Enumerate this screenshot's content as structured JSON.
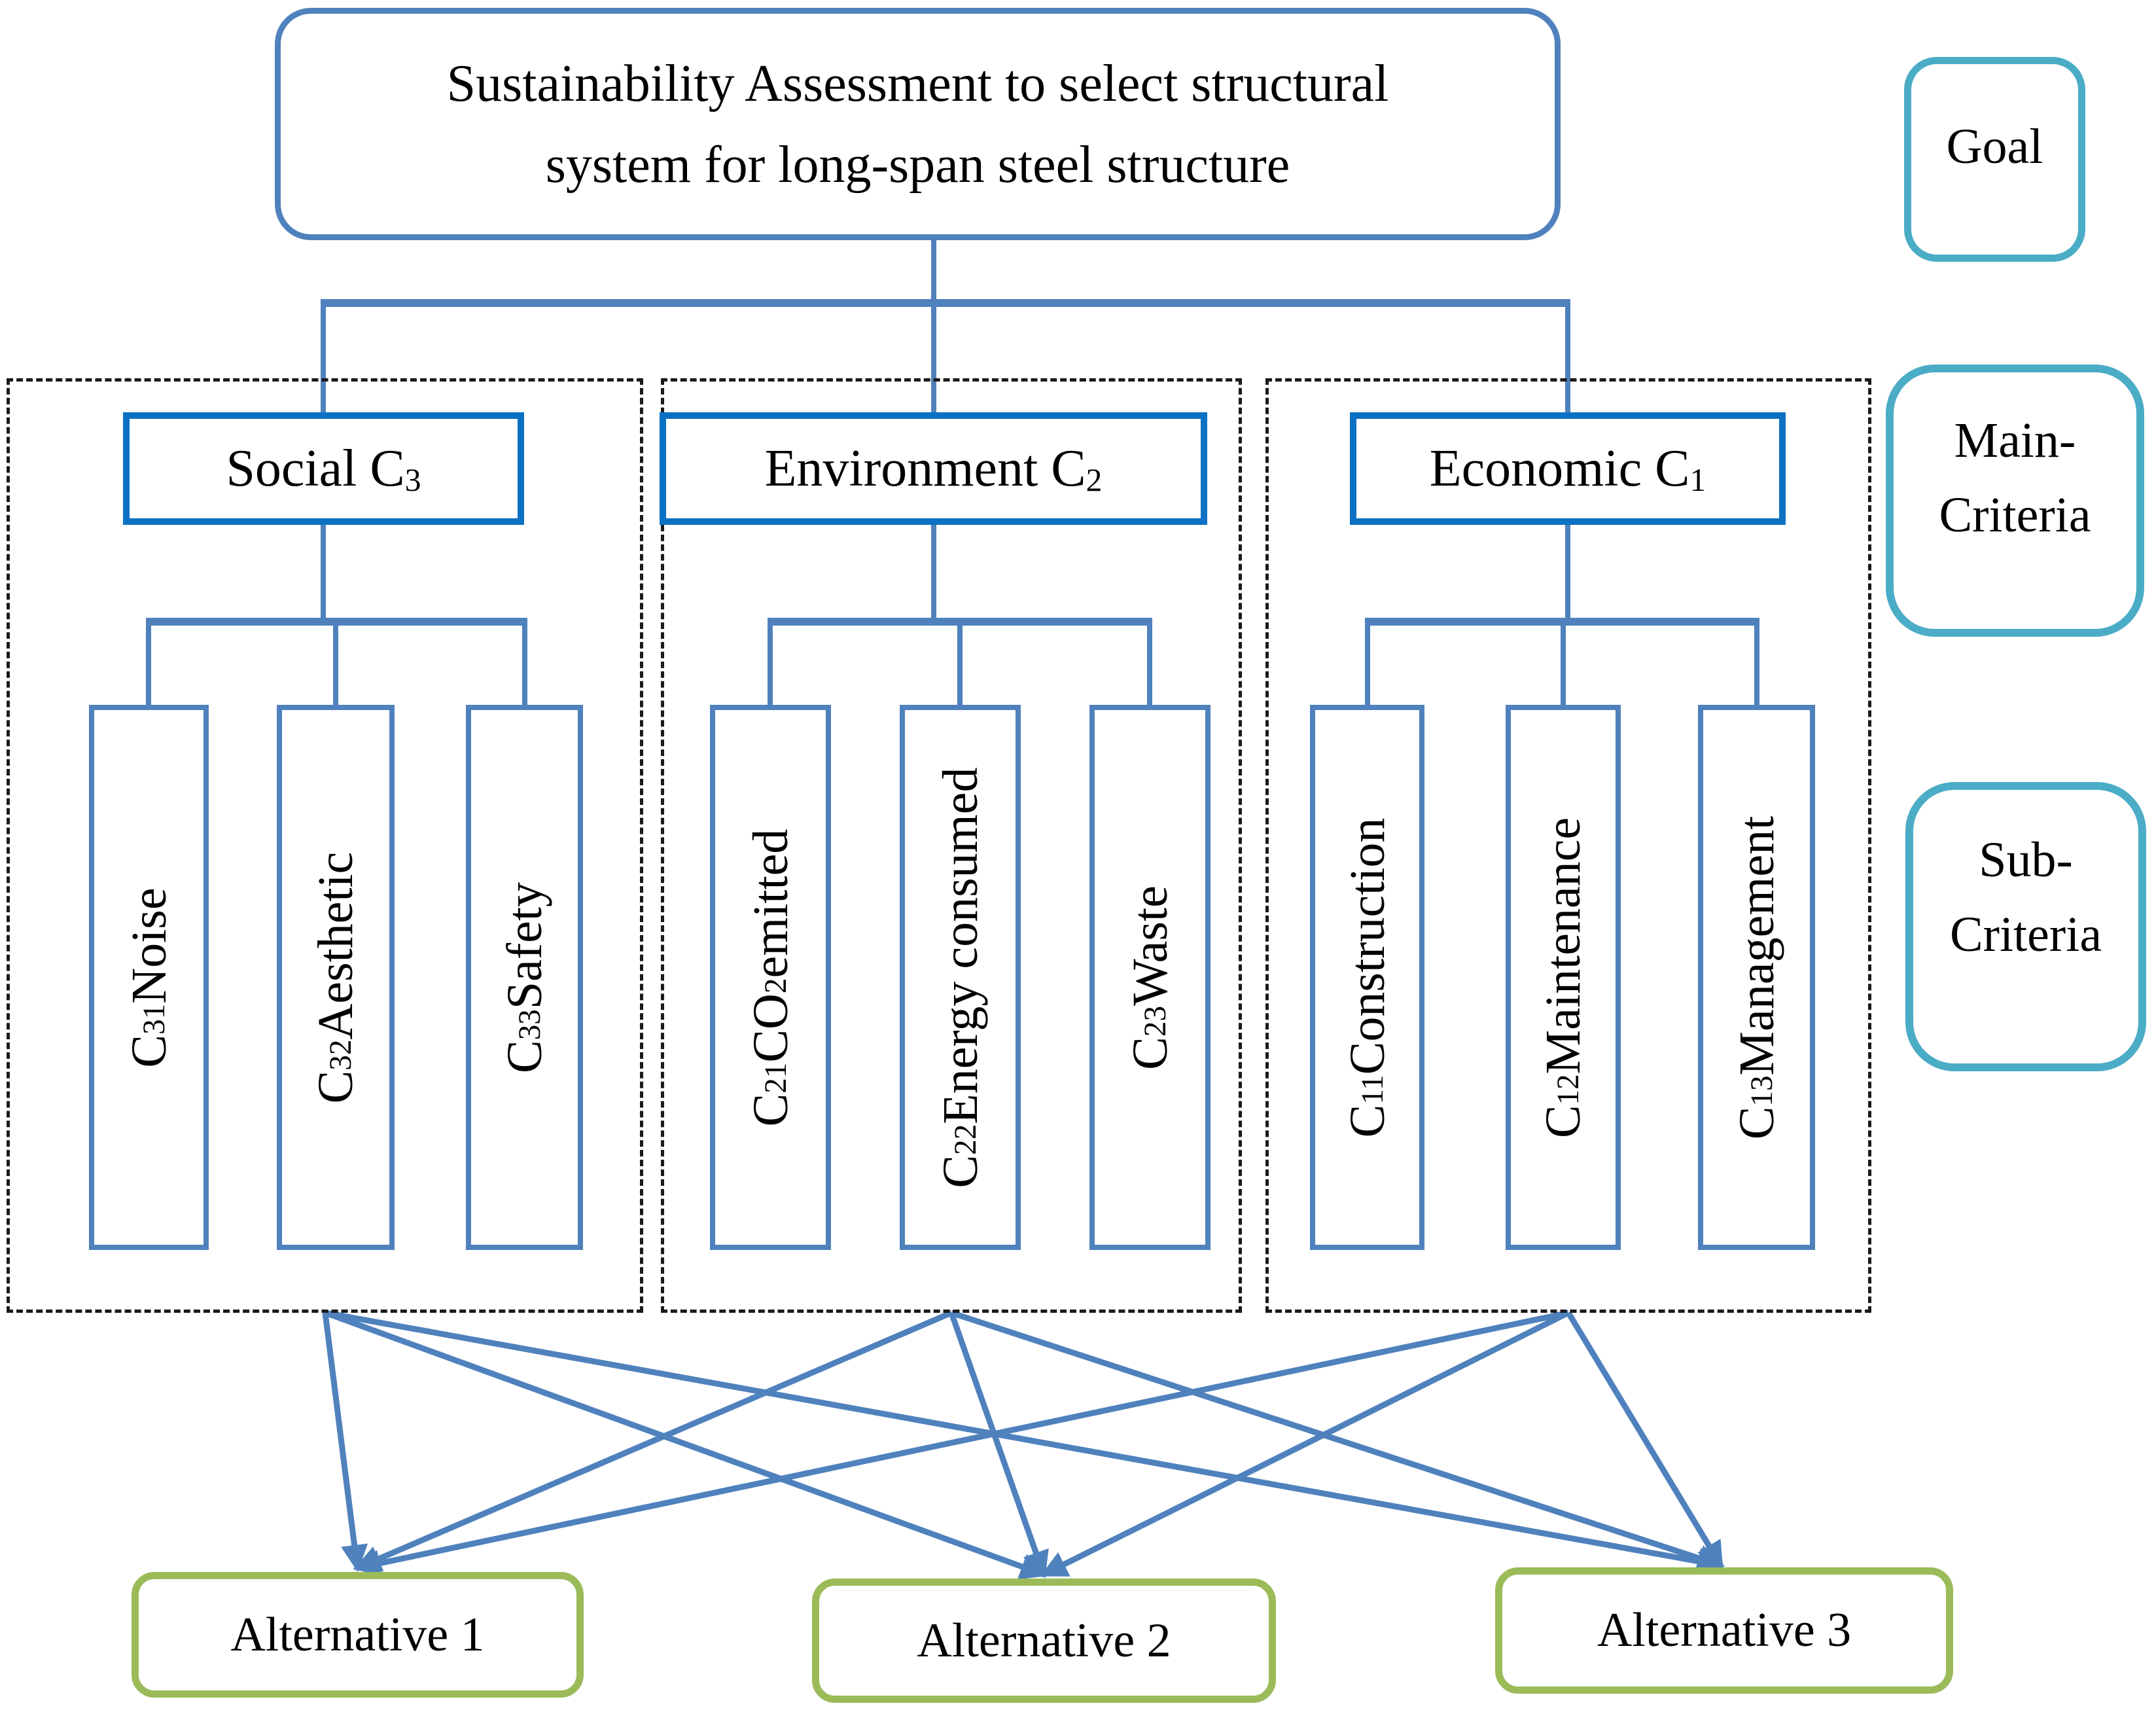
{
  "title": {
    "line1": "Sustainability Assessment to select structural",
    "line2": "system for long-span steel structure"
  },
  "levels": {
    "goal": "Goal",
    "main": {
      "line1": "Main-",
      "line2": "Criteria"
    },
    "sub": {
      "line1": "Sub-",
      "line2": "Criteria"
    }
  },
  "criteria": [
    {
      "id": "social",
      "label_parts": [
        {
          "t": "Social C"
        },
        {
          "s": "3"
        }
      ],
      "subcriteria": [
        {
          "parts": [
            {
              "t": "C"
            },
            {
              "s": "31"
            },
            {
              "t": " Noise"
            }
          ]
        },
        {
          "parts": [
            {
              "t": "C"
            },
            {
              "s": "32"
            },
            {
              "t": " Aesthetic"
            }
          ]
        },
        {
          "parts": [
            {
              "t": "C"
            },
            {
              "s": "33"
            },
            {
              "t": " Safety"
            }
          ]
        }
      ]
    },
    {
      "id": "environment",
      "label_parts": [
        {
          "t": "Environment C"
        },
        {
          "s": "2"
        }
      ],
      "subcriteria": [
        {
          "parts": [
            {
              "t": "C"
            },
            {
              "s": "21"
            },
            {
              "t": " CO"
            },
            {
              "s": "2"
            },
            {
              "t": " emitted"
            }
          ]
        },
        {
          "parts": [
            {
              "t": "C"
            },
            {
              "s": "22"
            },
            {
              "t": " Energy consumed"
            }
          ]
        },
        {
          "parts": [
            {
              "t": "C"
            },
            {
              "s": "23"
            },
            {
              "t": " Waste"
            }
          ]
        }
      ]
    },
    {
      "id": "economic",
      "label_parts": [
        {
          "t": "Economic C"
        },
        {
          "s": "1"
        }
      ],
      "subcriteria": [
        {
          "parts": [
            {
              "t": "C"
            },
            {
              "s": "11"
            },
            {
              "t": " Construction"
            }
          ]
        },
        {
          "parts": [
            {
              "t": "C"
            },
            {
              "s": "12"
            },
            {
              "t": " Maintenance"
            }
          ]
        },
        {
          "parts": [
            {
              "t": "C"
            },
            {
              "s": "13"
            },
            {
              "t": "Management"
            }
          ]
        }
      ]
    }
  ],
  "alternatives": [
    "Alternative 1",
    "Alternative 2",
    "Alternative 3"
  ],
  "colors": {
    "connector_blue": "#4f81bd",
    "criteria_border_blue": "#0c71c3",
    "legend_teal": "#4bacc6",
    "alternative_green": "#9bbb59",
    "dashed_border": "#1a1a1a",
    "text": "#000000"
  }
}
